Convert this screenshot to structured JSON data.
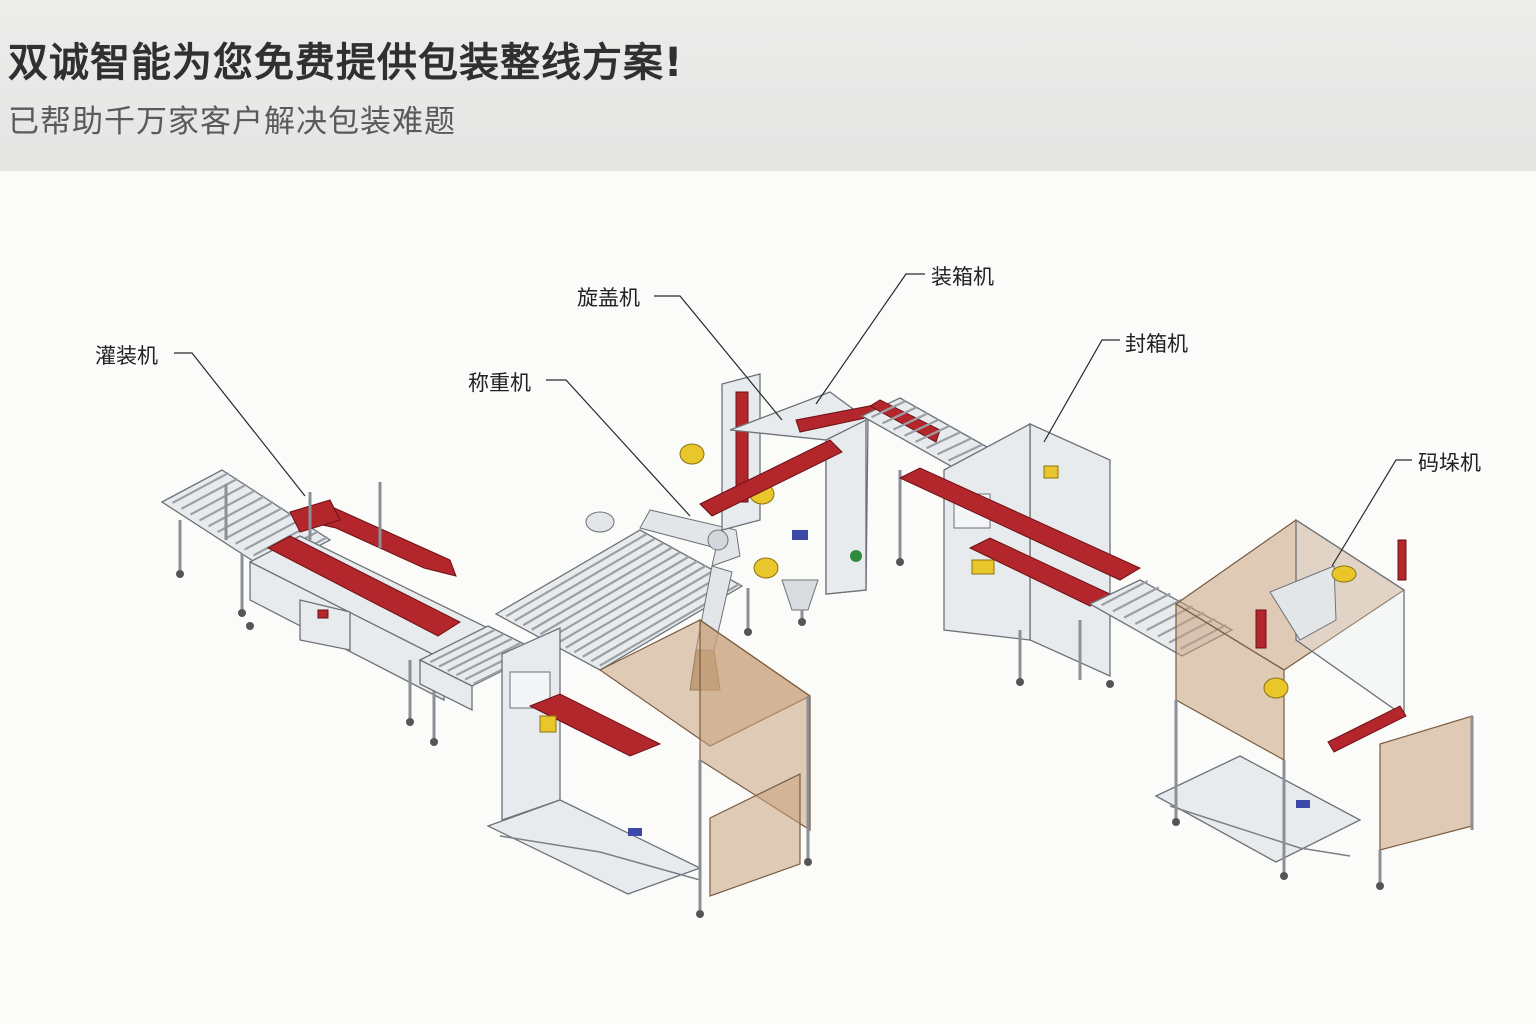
{
  "header": {
    "title": "双诚智能为您免费提供包装整线方案!",
    "subtitle": "已帮助千万家客户解决包装难题"
  },
  "diagram": {
    "labels": {
      "filling": "灌装机",
      "weighing": "称重机",
      "capping": "旋盖机",
      "casepacking": "装箱机",
      "sealing": "封箱机",
      "palletizing": "码垛机"
    }
  },
  "colors": {
    "banner": "#e8e8e7",
    "accent_red": "#b3262c",
    "accent_yellow": "#e9c62a",
    "frame_metal": "#8a9096",
    "guard_panel": "#c9a27d"
  }
}
